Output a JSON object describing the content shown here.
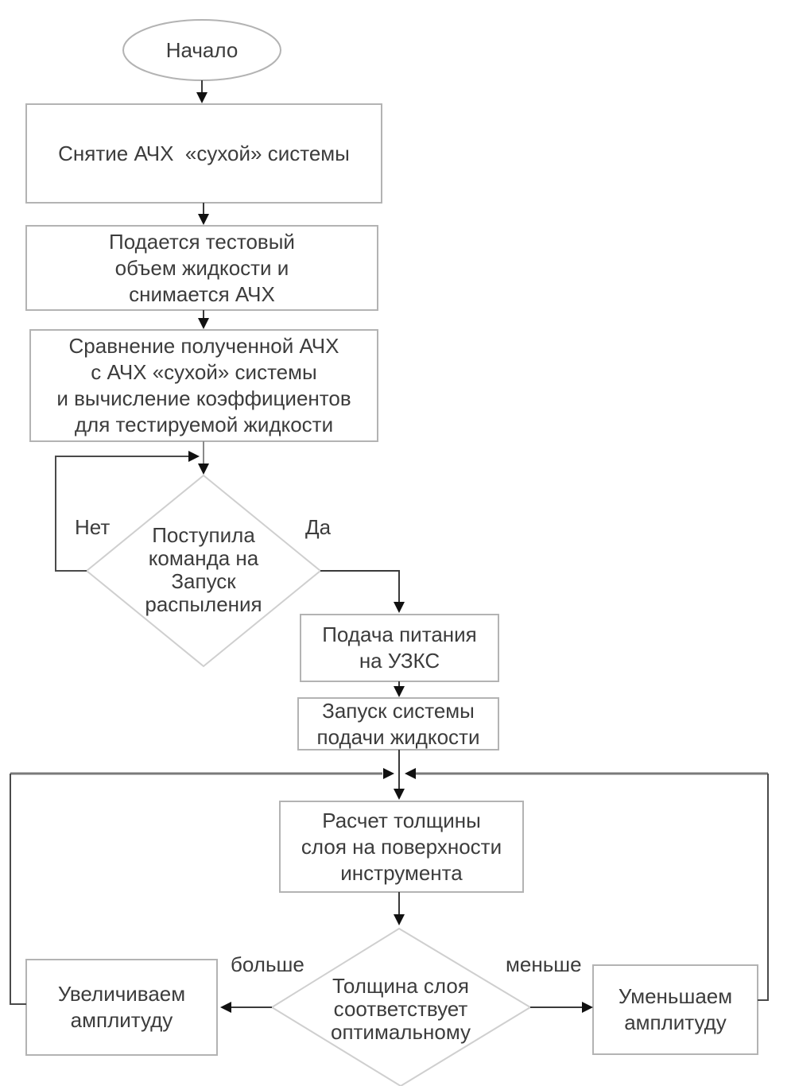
{
  "colors": {
    "background": "#ffffff",
    "box_border": "#b3b3b3",
    "diamond_border": "#cfcfcf",
    "connector": "#3a3a3a",
    "loop_line": "#4a4a4a",
    "merge_line": "#7a7a7a",
    "arrow_fill": "#111111",
    "text": "#3c3c3c"
  },
  "flowchart": {
    "start": "Начало",
    "steps": {
      "step1": "Снятие АЧХ  «сухой» системы",
      "step2": "Подается тестовый\nобъем жидкости и\nснимается АЧХ",
      "step3": "Сравнение полученной АЧХ\nс АЧХ «сухой» системы\nи вычисление коэффициентов\nдля тестируемой жидкости",
      "decision1": "Поступила\nкоманда на\nЗапуск\nраспыления",
      "step4": "Подача питания\nна УЗКС",
      "step5": "Запуск системы\nподачи жидкости",
      "step6": "Расчет толщины\nслоя на поверхности\nинструмента",
      "decision2": "Толщина слоя\nсоответствует\nоптимальному",
      "increase": "Увеличиваем\nамплитуду",
      "decrease": "Уменьшаем\nамплитуду"
    },
    "edge_labels": {
      "no": "Нет",
      "yes": "Да",
      "more": "больше",
      "less": "меньше"
    }
  }
}
